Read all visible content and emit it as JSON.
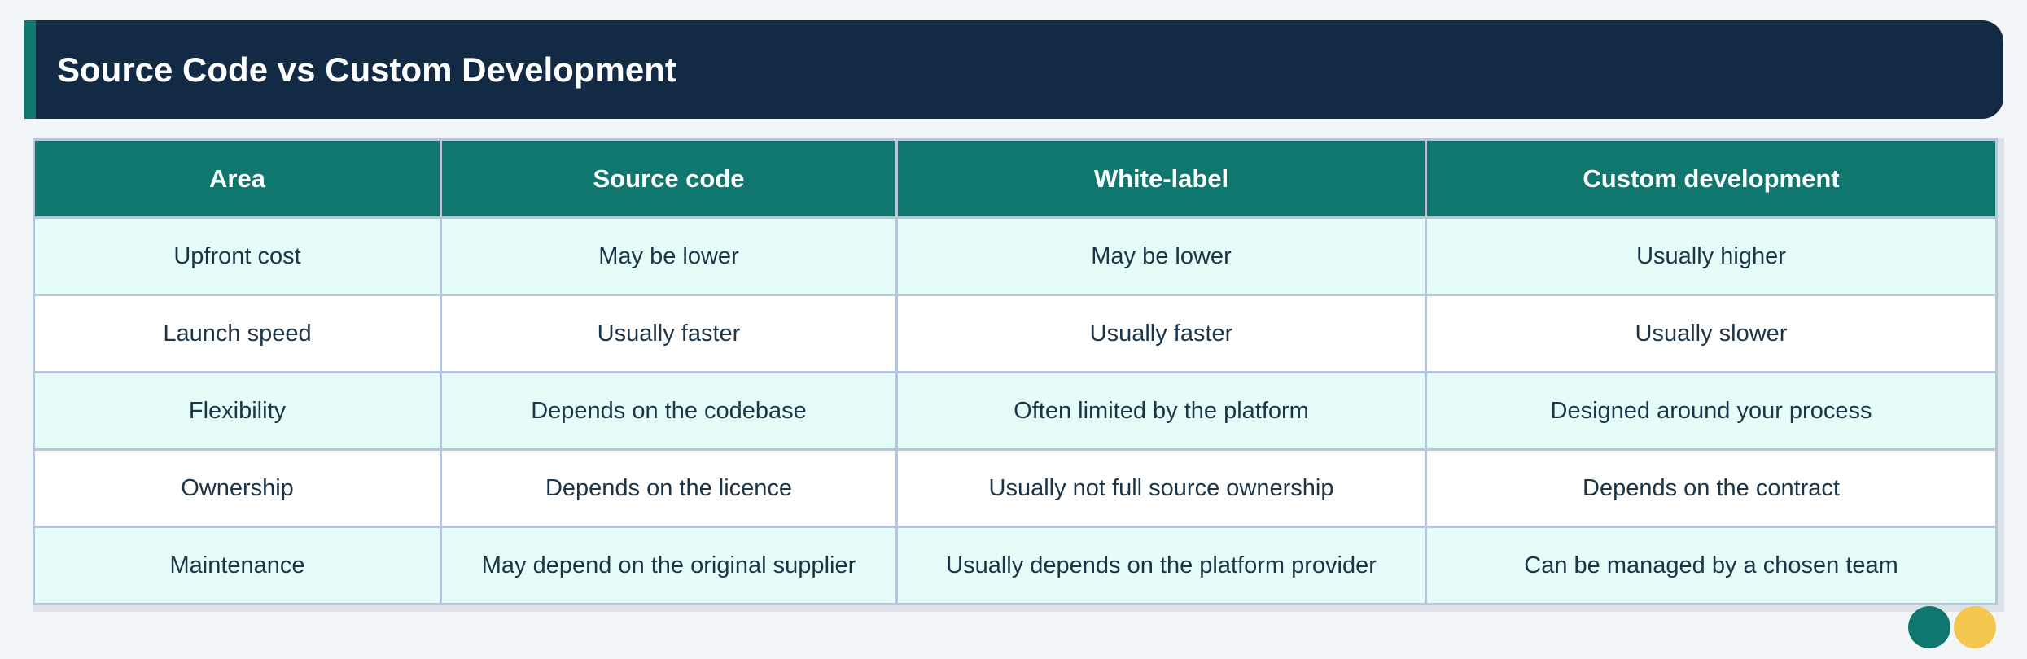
{
  "header": {
    "title": "Source Code vs Custom Development"
  },
  "table": {
    "columns": [
      "Area",
      "Source code",
      "White-label",
      "Custom development"
    ],
    "rows": [
      [
        "Upfront cost",
        "May be lower",
        "May be lower",
        "Usually higher"
      ],
      [
        "Launch speed",
        "Usually faster",
        "Usually faster",
        "Usually slower"
      ],
      [
        "Flexibility",
        "Depends on the codebase",
        "Often limited by the platform",
        "Designed around your process"
      ],
      [
        "Ownership",
        "Depends on the licence",
        "Usually not full source ownership",
        "Depends on the contract"
      ],
      [
        "Maintenance",
        "May depend on the original supplier",
        "Usually depends on the platform provider",
        "Can be managed by a chosen team"
      ]
    ]
  },
  "colors": {
    "header_bg": "#122a44",
    "accent": "#10776f",
    "row_alt_bg": "#e4fdf8",
    "border": "#b5c6da",
    "dot_yellow": "#f4c74e"
  },
  "icons": [
    "teal-dot-icon",
    "yellow-dot-icon"
  ]
}
